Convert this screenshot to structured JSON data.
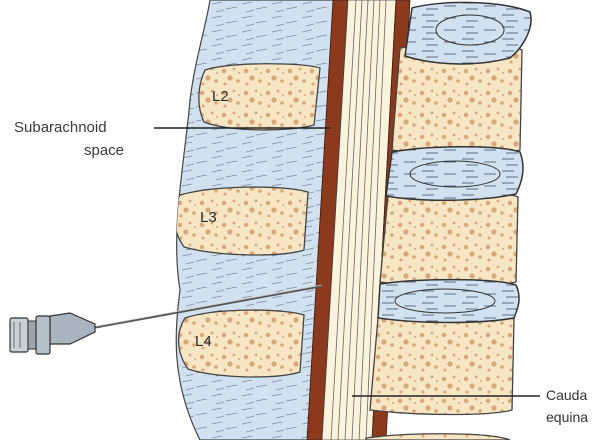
{
  "labels": {
    "l2": "L2",
    "l3": "L3",
    "l4": "L4",
    "subarachnoid_line1": "Subarachnoid",
    "subarachnoid_line2": "space",
    "cauda_line1": "Cauda",
    "cauda_line2": "equina"
  },
  "colors": {
    "ligament_blue": "#d2e1ef",
    "bone_cream": "#f6e6c4",
    "bone_dot": "#d9a77a",
    "dura_brown": "#8b3a1e",
    "outline": "#333333"
  }
}
